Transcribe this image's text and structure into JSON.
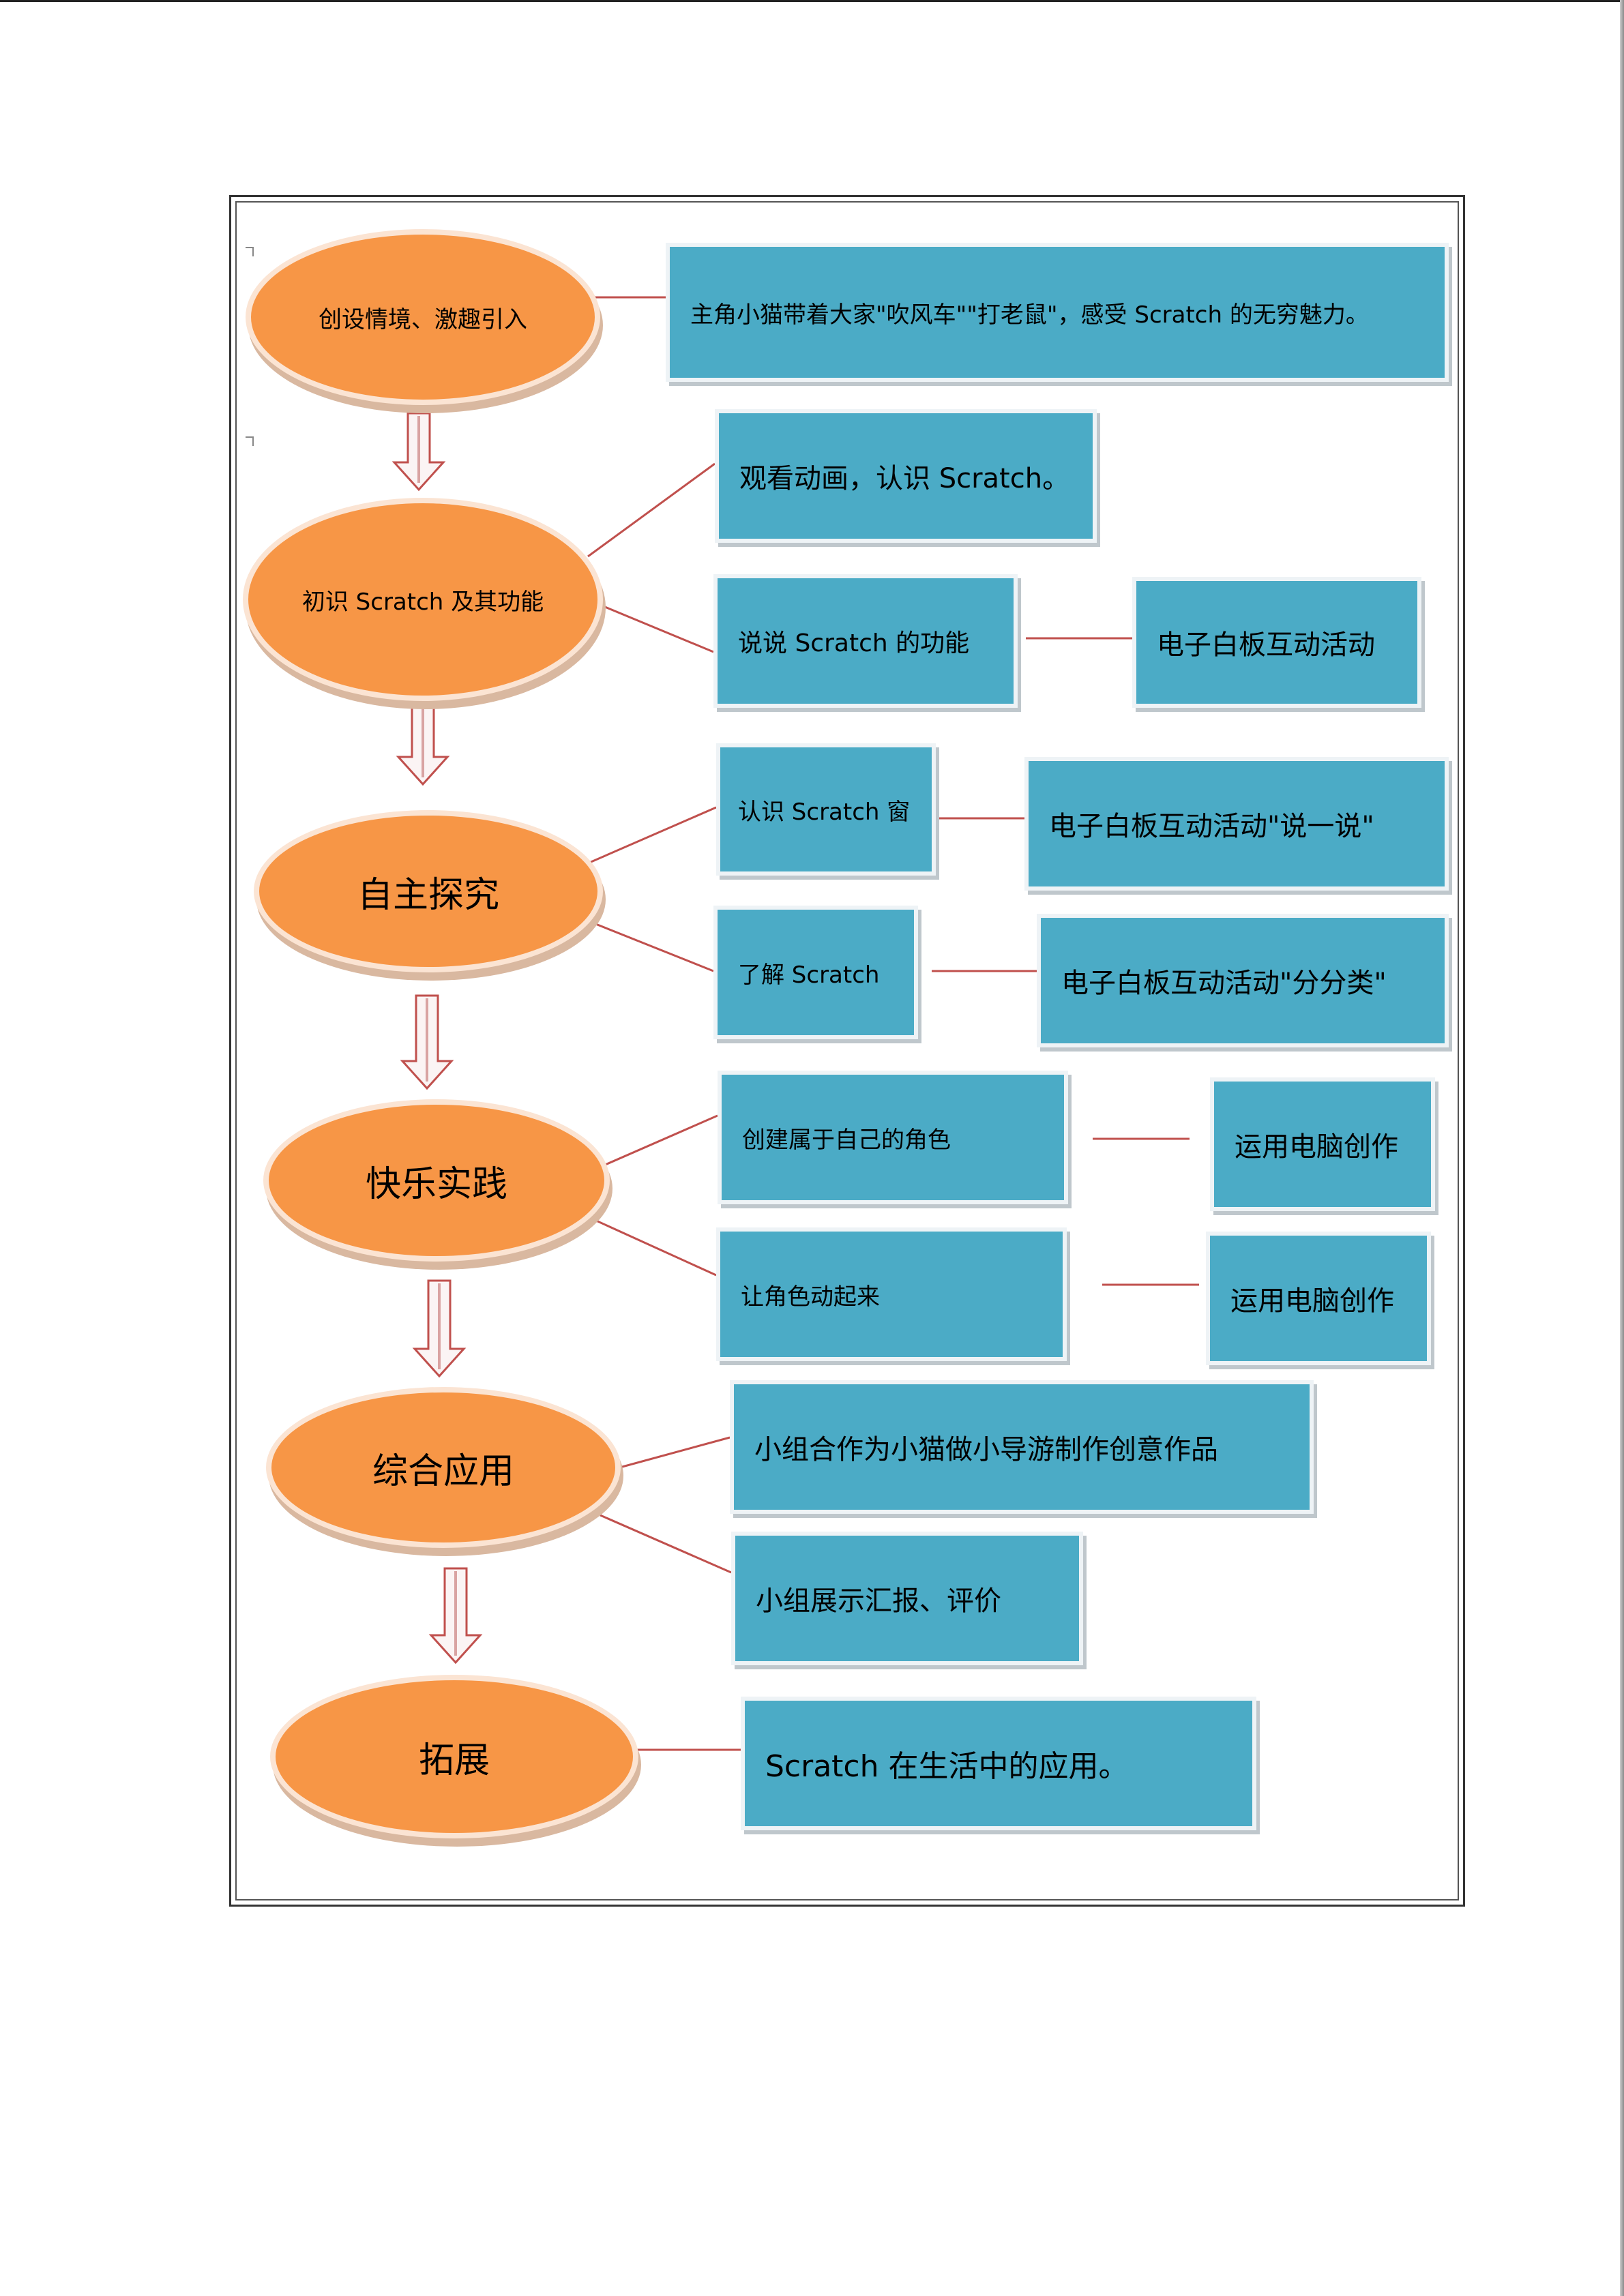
{
  "diagram": {
    "stages": [
      {
        "id": "s1",
        "label": "创设情境、激趣引入"
      },
      {
        "id": "s2",
        "label": "初识 Scratch 及其功能"
      },
      {
        "id": "s3",
        "label": "自主探究"
      },
      {
        "id": "s4",
        "label": "快乐实践"
      },
      {
        "id": "s5",
        "label": "综合应用"
      },
      {
        "id": "s6",
        "label": "拓展"
      }
    ],
    "activities": [
      {
        "id": "a1",
        "label": "主角小猫带着大家\"吹风车\"\"打老鼠\"，感受 Scratch 的无穷魅力。"
      },
      {
        "id": "a2",
        "label": "观看动画，认识 Scratch。"
      },
      {
        "id": "a3",
        "label": "说说 Scratch 的功能"
      },
      {
        "id": "a3b",
        "label": "电子白板互动活动"
      },
      {
        "id": "a4",
        "label": "认识 Scratch 窗"
      },
      {
        "id": "a4b",
        "label": "电子白板互动活动\"说一说\""
      },
      {
        "id": "a5",
        "label": "了解 Scratch"
      },
      {
        "id": "a5b",
        "label": "电子白板互动活动\"分分类\""
      },
      {
        "id": "a6",
        "label": "创建属于自己的角色"
      },
      {
        "id": "a6b",
        "label": "运用电脑创作"
      },
      {
        "id": "a7",
        "label": "让角色动起来"
      },
      {
        "id": "a7b",
        "label": "运用电脑创作"
      },
      {
        "id": "a8",
        "label": "小组合作为小猫做小导游制作创意作品"
      },
      {
        "id": "a9",
        "label": "小组展示汇报、评价"
      },
      {
        "id": "a10",
        "label": "Scratch 在生活中的应用。"
      }
    ],
    "colors": {
      "oval_fill": "#f79646",
      "box_fill": "#4babc6",
      "connector": "#c0504d"
    }
  }
}
